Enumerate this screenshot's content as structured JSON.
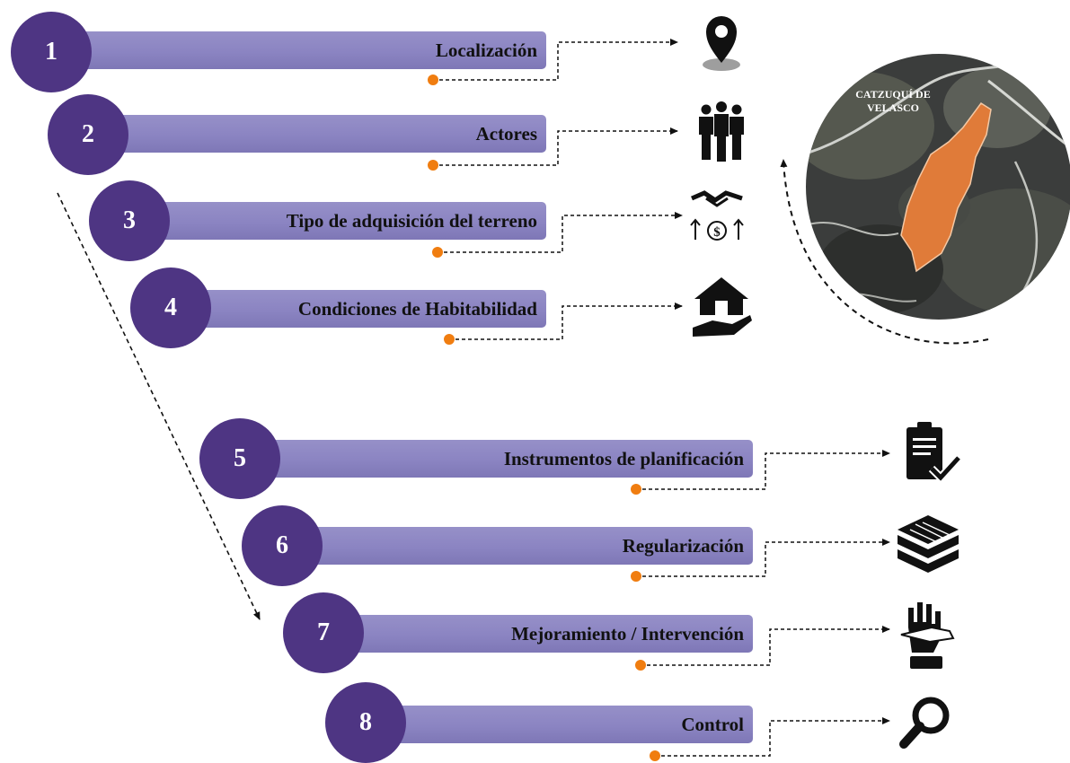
{
  "steps": [
    {
      "number": "1",
      "label": "Localización",
      "icon": "map-pin-icon"
    },
    {
      "number": "2",
      "label": "Actores",
      "icon": "people-group-icon"
    },
    {
      "number": "3",
      "label": "Tipo de adquisición del terreno",
      "icon": "handshake-money-icon"
    },
    {
      "number": "4",
      "label": "Condiciones de Habitabilidad",
      "icon": "house-hand-icon"
    },
    {
      "number": "5",
      "label": "Instrumentos de planificación",
      "icon": "clipboard-check-icon"
    },
    {
      "number": "6",
      "label": "Regularización",
      "icon": "brick-stack-icon"
    },
    {
      "number": "7",
      "label": "Mejoramiento / Intervención",
      "icon": "helping-hands-icon"
    },
    {
      "number": "8",
      "label": "Control",
      "icon": "magnifier-icon"
    }
  ],
  "map": {
    "title_line1": "CATZUQUÍ DE",
    "title_line2": "VELASCO",
    "highlight_color": "#e07b39"
  },
  "colors": {
    "circle": "#4e3583",
    "bar": "#8b84c2",
    "dot": "#f07d10"
  }
}
